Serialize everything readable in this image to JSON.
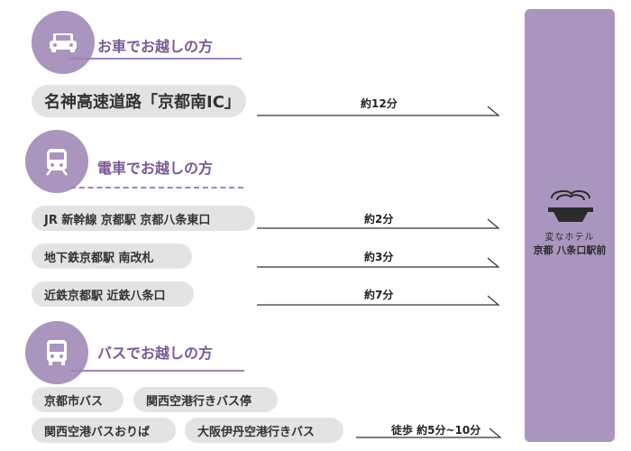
{
  "colors": {
    "accent": "#a995bd",
    "title": "#7a5a95",
    "pill_bg": "#e3e3e3",
    "line": "#333333"
  },
  "car": {
    "icon": "car-icon",
    "title": "お車でお越しの方",
    "routes": [
      {
        "from": "名神高速道路「京都南IC」",
        "time": "約12分"
      }
    ]
  },
  "train": {
    "icon": "train-icon",
    "title": "電車でお越しの方",
    "routes": [
      {
        "from": "JR 新幹線 京都駅 京都八条東口",
        "time": "約2分"
      },
      {
        "from": "地下鉄京都駅 南改札",
        "time": "約3分"
      },
      {
        "from": "近鉄京都駅 近鉄八条口",
        "time": "約7分"
      }
    ]
  },
  "bus": {
    "icon": "bus-icon",
    "title": "バスでお越しの方",
    "stops": [
      "京都市バス",
      "関西空港行きバス停",
      "関西空港バスおりば",
      "大阪伊丹空港行きバス"
    ],
    "time": "徒歩 約5分~10分"
  },
  "hotel": {
    "logo_icon": "hotel-logo-icon",
    "name": "変なホテル",
    "location": "京都 八条口駅前"
  }
}
